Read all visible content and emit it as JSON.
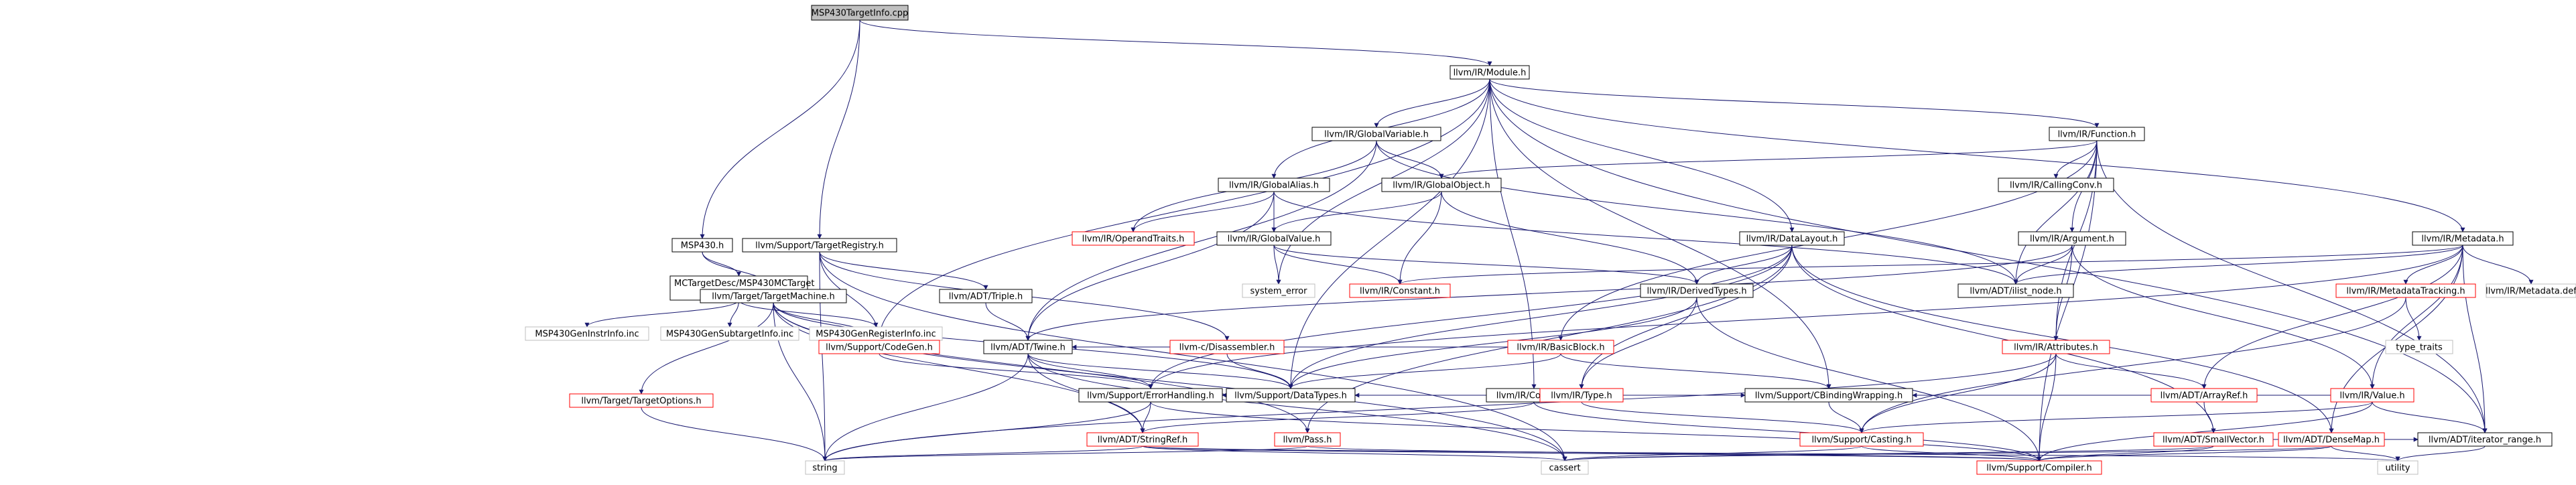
{
  "graph": {
    "colors": {
      "edge": "#191970",
      "root_fill": "#bfbfbf",
      "root_border": "#000000",
      "node_fill": "#ffffff",
      "node_border": "#000000",
      "red_border": "#ff0000",
      "gray_border": "#bfbfbf",
      "text": "#000000"
    },
    "nodes": [
      {
        "id": "root",
        "label": "MSP430TargetInfo.cpp",
        "style": "root"
      },
      {
        "id": "module",
        "label": "llvm/IR/Module.h",
        "style": "normal"
      },
      {
        "id": "msp430",
        "label": "MSP430.h",
        "style": "normal"
      },
      {
        "id": "targetregistry",
        "label": "llvm/Support/TargetRegistry.h",
        "style": "normal"
      },
      {
        "id": "mctargetdesc",
        "label": "MCTargetDesc/MSP430MCTarget\nDesc.h",
        "style": "normal"
      },
      {
        "id": "instrinfo",
        "label": "MSP430GenInstrInfo.inc",
        "style": "gray"
      },
      {
        "id": "subtargetinfo",
        "label": "MSP430GenSubtargetInfo.inc",
        "style": "gray"
      },
      {
        "id": "registerinfo",
        "label": "MSP430GenRegisterInfo.inc",
        "style": "gray"
      },
      {
        "id": "targetmachine",
        "label": "llvm/Target/TargetMachine.h",
        "style": "normal"
      },
      {
        "id": "targetoptions",
        "label": "llvm/Target/TargetOptions.h",
        "style": "red"
      },
      {
        "id": "triple",
        "label": "llvm/ADT/Triple.h",
        "style": "normal"
      },
      {
        "id": "twine",
        "label": "llvm/ADT/Twine.h",
        "style": "normal"
      },
      {
        "id": "codegen",
        "label": "llvm/Support/CodeGen.h",
        "style": "red"
      },
      {
        "id": "disassembler",
        "label": "llvm-c/Disassembler.h",
        "style": "red"
      },
      {
        "id": "errorhandling",
        "label": "llvm/Support/ErrorHandling.h",
        "style": "normal"
      },
      {
        "id": "datatypes",
        "label": "llvm/Support/DataTypes.h",
        "style": "normal"
      },
      {
        "id": "stringref",
        "label": "llvm/ADT/StringRef.h",
        "style": "red"
      },
      {
        "id": "pass",
        "label": "llvm/Pass.h",
        "style": "red"
      },
      {
        "id": "string",
        "label": "string",
        "style": "gray"
      },
      {
        "id": "cassert",
        "label": "cassert",
        "style": "gray"
      },
      {
        "id": "globalvariable",
        "label": "llvm/IR/GlobalVariable.h",
        "style": "normal"
      },
      {
        "id": "globalalias",
        "label": "llvm/IR/GlobalAlias.h",
        "style": "normal"
      },
      {
        "id": "globalobject",
        "label": "llvm/IR/GlobalObject.h",
        "style": "normal"
      },
      {
        "id": "operandtraits",
        "label": "llvm/IR/OperandTraits.h",
        "style": "red"
      },
      {
        "id": "globalvalue",
        "label": "llvm/IR/GlobalValue.h",
        "style": "normal"
      },
      {
        "id": "systemerror",
        "label": "system_error",
        "style": "gray"
      },
      {
        "id": "constant",
        "label": "llvm/IR/Constant.h",
        "style": "red"
      },
      {
        "id": "comdat",
        "label": "llvm/IR/Comdat.h",
        "style": "normal"
      },
      {
        "id": "function",
        "label": "llvm/IR/Function.h",
        "style": "normal"
      },
      {
        "id": "callingconv",
        "label": "llvm/IR/CallingConv.h",
        "style": "normal"
      },
      {
        "id": "argument",
        "label": "llvm/IR/Argument.h",
        "style": "normal"
      },
      {
        "id": "ilistnode",
        "label": "llvm/ADT/ilist_node.h",
        "style": "normal"
      },
      {
        "id": "attributes",
        "label": "llvm/IR/Attributes.h",
        "style": "red"
      },
      {
        "id": "datalayout",
        "label": "llvm/IR/DataLayout.h",
        "style": "normal"
      },
      {
        "id": "derivedtypes",
        "label": "llvm/IR/DerivedTypes.h",
        "style": "normal"
      },
      {
        "id": "basicblock",
        "label": "llvm/IR/BasicBlock.h",
        "style": "red"
      },
      {
        "id": "type",
        "label": "llvm/IR/Type.h",
        "style": "red"
      },
      {
        "id": "cbindingwrapping",
        "label": "llvm/Support/CBindingWrapping.h",
        "style": "normal"
      },
      {
        "id": "casting",
        "label": "llvm/Support/Casting.h",
        "style": "red"
      },
      {
        "id": "compiler",
        "label": "llvm/Support/Compiler.h",
        "style": "red"
      },
      {
        "id": "arrayref",
        "label": "llvm/ADT/ArrayRef.h",
        "style": "red"
      },
      {
        "id": "smallvector",
        "label": "llvm/ADT/SmallVector.h",
        "style": "red"
      },
      {
        "id": "metadata",
        "label": "llvm/IR/Metadata.h",
        "style": "normal"
      },
      {
        "id": "metadatatracking",
        "label": "llvm/IR/MetadataTracking.h",
        "style": "red"
      },
      {
        "id": "metadatadef",
        "label": "llvm/IR/Metadata.def",
        "style": "gray"
      },
      {
        "id": "value",
        "label": "llvm/IR/Value.h",
        "style": "red"
      },
      {
        "id": "typetraits",
        "label": "type_traits",
        "style": "gray"
      },
      {
        "id": "densemap",
        "label": "llvm/ADT/DenseMap.h",
        "style": "red"
      },
      {
        "id": "iteratorrange",
        "label": "llvm/ADT/iterator_range.h",
        "style": "normal"
      },
      {
        "id": "utility",
        "label": "utility",
        "style": "gray"
      }
    ],
    "edges": [
      [
        "root",
        "module"
      ],
      [
        "root",
        "msp430"
      ],
      [
        "root",
        "targetregistry"
      ],
      [
        "msp430",
        "mctargetdesc"
      ],
      [
        "msp430",
        "targetmachine"
      ],
      [
        "mctargetdesc",
        "instrinfo"
      ],
      [
        "mctargetdesc",
        "subtargetinfo"
      ],
      [
        "mctargetdesc",
        "registerinfo"
      ],
      [
        "targetregistry",
        "triple"
      ],
      [
        "targetregistry",
        "codegen"
      ],
      [
        "targetregistry",
        "disassembler"
      ],
      [
        "targetregistry",
        "string"
      ],
      [
        "targetregistry",
        "cassert"
      ],
      [
        "targetmachine",
        "targetoptions"
      ],
      [
        "targetmachine",
        "codegen"
      ],
      [
        "targetmachine",
        "pass"
      ],
      [
        "targetmachine",
        "stringref"
      ],
      [
        "targetmachine",
        "string"
      ],
      [
        "targetmachine",
        "cassert"
      ],
      [
        "targetmachine",
        "datatypes"
      ],
      [
        "targetoptions",
        "string"
      ],
      [
        "triple",
        "twine"
      ],
      [
        "twine",
        "errorhandling"
      ],
      [
        "twine",
        "stringref"
      ],
      [
        "twine",
        "string"
      ],
      [
        "twine",
        "cassert"
      ],
      [
        "twine",
        "datatypes"
      ],
      [
        "codegen",
        "errorhandling"
      ],
      [
        "disassembler",
        "datatypes"
      ],
      [
        "errorhandling",
        "stringref"
      ],
      [
        "errorhandling",
        "string"
      ],
      [
        "errorhandling",
        "compiler"
      ],
      [
        "stringref",
        "string"
      ],
      [
        "stringref",
        "cassert"
      ],
      [
        "stringref",
        "compiler"
      ],
      [
        "stringref",
        "utility"
      ],
      [
        "pass",
        "string"
      ],
      [
        "pass",
        "compiler"
      ],
      [
        "module",
        "globalvariable"
      ],
      [
        "module",
        "globalalias"
      ],
      [
        "module",
        "function"
      ],
      [
        "module",
        "metadata"
      ],
      [
        "module",
        "datalayout"
      ],
      [
        "module",
        "comdat"
      ],
      [
        "module",
        "cbindingwrapping"
      ],
      [
        "module",
        "codegen"
      ],
      [
        "module",
        "datatypes"
      ],
      [
        "module",
        "systemerror"
      ],
      [
        "module",
        "iteratorrange"
      ],
      [
        "globalvariable",
        "globalobject"
      ],
      [
        "globalvariable",
        "operandtraits"
      ],
      [
        "globalvariable",
        "ilistnode"
      ],
      [
        "globalvariable",
        "twine"
      ],
      [
        "globalalias",
        "globalvalue"
      ],
      [
        "globalalias",
        "operandtraits"
      ],
      [
        "globalalias",
        "ilistnode"
      ],
      [
        "globalalias",
        "twine"
      ],
      [
        "globalobject",
        "globalvalue"
      ],
      [
        "globalobject",
        "derivedtypes"
      ],
      [
        "globalobject",
        "constant"
      ],
      [
        "globalvalue",
        "constant"
      ],
      [
        "globalvalue",
        "derivedtypes"
      ],
      [
        "globalvalue",
        "systemerror"
      ],
      [
        "comdat",
        "stringref"
      ],
      [
        "comdat",
        "compiler"
      ],
      [
        "function",
        "globalobject"
      ],
      [
        "function",
        "callingconv"
      ],
      [
        "function",
        "argument"
      ],
      [
        "function",
        "attributes"
      ],
      [
        "function",
        "basicblock"
      ],
      [
        "function",
        "ilistnode"
      ],
      [
        "function",
        "iteratorrange"
      ],
      [
        "function",
        "compiler"
      ],
      [
        "argument",
        "attributes"
      ],
      [
        "argument",
        "value"
      ],
      [
        "argument",
        "twine"
      ],
      [
        "argument",
        "ilistnode"
      ],
      [
        "attributes",
        "arrayref"
      ],
      [
        "attributes",
        "compiler"
      ],
      [
        "attributes",
        "casting"
      ],
      [
        "attributes",
        "string"
      ],
      [
        "datalayout",
        "derivedtypes"
      ],
      [
        "datalayout",
        "type"
      ],
      [
        "datalayout",
        "pass"
      ],
      [
        "datalayout",
        "smallvector"
      ],
      [
        "datalayout",
        "densemap"
      ],
      [
        "datalayout",
        "datatypes"
      ],
      [
        "datalayout",
        "errorhandling"
      ],
      [
        "derivedtypes",
        "type"
      ],
      [
        "derivedtypes",
        "compiler"
      ],
      [
        "derivedtypes",
        "datatypes"
      ],
      [
        "basicblock",
        "twine"
      ],
      [
        "basicblock",
        "cbindingwrapping"
      ],
      [
        "basicblock",
        "datatypes"
      ],
      [
        "type",
        "cbindingwrapping"
      ],
      [
        "type",
        "casting"
      ],
      [
        "type",
        "errorhandling"
      ],
      [
        "type",
        "datatypes"
      ],
      [
        "cbindingwrapping",
        "casting"
      ],
      [
        "casting",
        "cassert"
      ],
      [
        "casting",
        "compiler"
      ],
      [
        "arrayref",
        "smallvector"
      ],
      [
        "smallvector",
        "iteratorrange"
      ],
      [
        "smallvector",
        "compiler"
      ],
      [
        "smallvector",
        "cassert"
      ],
      [
        "metadata",
        "arrayref"
      ],
      [
        "metadata",
        "densemap"
      ],
      [
        "metadata",
        "metadatatracking"
      ],
      [
        "metadata",
        "metadatadef"
      ],
      [
        "metadata",
        "value"
      ],
      [
        "metadata",
        "iteratorrange"
      ],
      [
        "metadata",
        "ilistnode"
      ],
      [
        "metadata",
        "constant"
      ],
      [
        "metadata",
        "errorhandling"
      ],
      [
        "metadatatracking",
        "typetraits"
      ],
      [
        "metadatatracking",
        "casting"
      ],
      [
        "value",
        "cbindingwrapping"
      ],
      [
        "value",
        "iteratorrange"
      ],
      [
        "value",
        "compiler"
      ],
      [
        "value",
        "casting"
      ],
      [
        "densemap",
        "compiler"
      ],
      [
        "densemap",
        "utility"
      ],
      [
        "densemap",
        "cassert"
      ],
      [
        "iteratorrange",
        "utility"
      ]
    ]
  }
}
